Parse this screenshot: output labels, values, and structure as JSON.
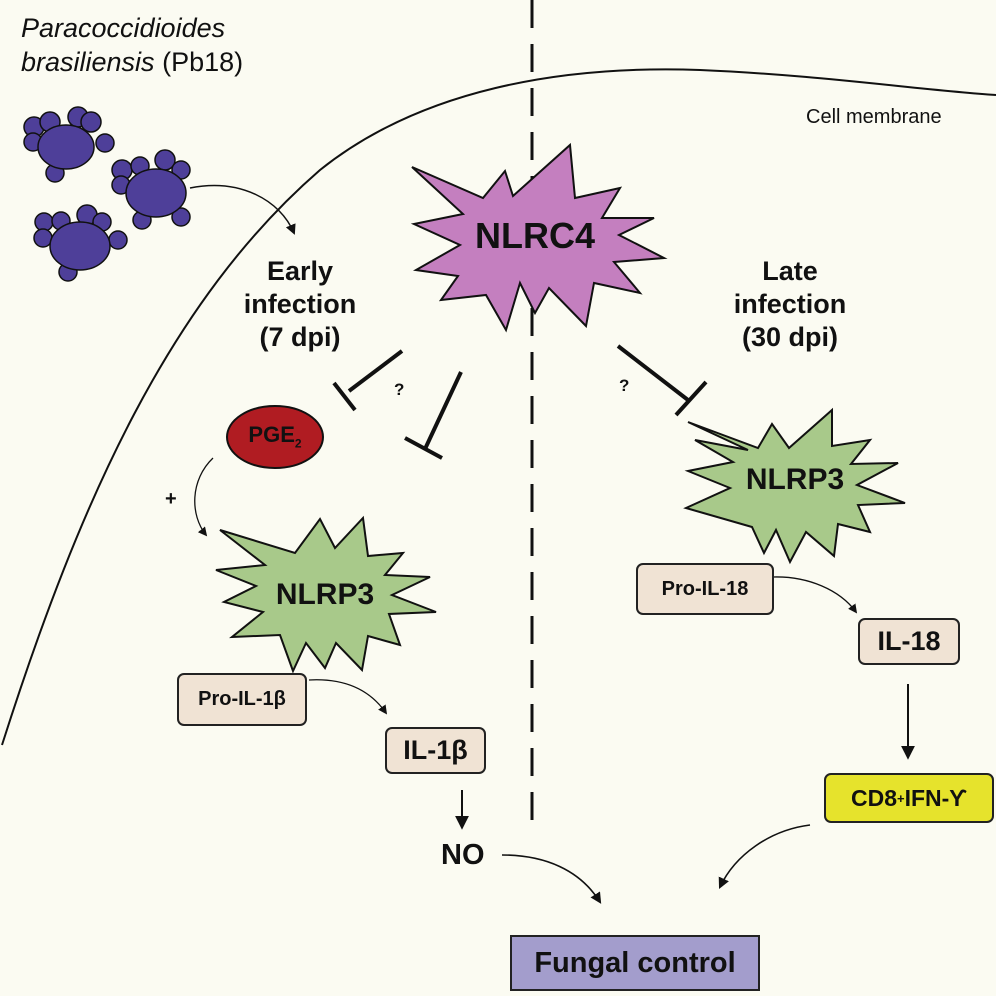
{
  "pathogen": {
    "species_italic": "Paracoccidioides",
    "species_line2_italic": "brasiliensis",
    "strain": "(Pb18)"
  },
  "membrane_label": "Cell membrane",
  "nlrc4": {
    "label": "NLRC4",
    "color": "#c47fbf"
  },
  "early": {
    "line1": "Early",
    "line2": "infection",
    "line3": "(7 dpi)",
    "question_mark": "?",
    "pge2": {
      "base": "PGE",
      "sub": "2",
      "color": "#b01c22"
    },
    "plus": "+",
    "nlrp3": {
      "label": "NLRP3",
      "color": "#a8c98a"
    },
    "pro": "Pro-IL-1β",
    "mature": "IL-1β",
    "effector": "NO"
  },
  "late": {
    "line1": "Late",
    "line2": "infection",
    "line3": "(30 dpi)",
    "question_mark": "?",
    "nlrp3": {
      "label": "NLRP3",
      "color": "#a8c98a"
    },
    "pro": "Pro-IL-18",
    "mature": "IL-18",
    "effector_base": "CD8",
    "effector_sup": "+",
    "effector_rest": "IFN-ϒ",
    "effector_color": "#e6e32c"
  },
  "outcome": {
    "label": "Fungal control",
    "color": "#a39dcc"
  },
  "colors": {
    "fungus": "#4e3f99",
    "box": "#f0e3d4"
  }
}
